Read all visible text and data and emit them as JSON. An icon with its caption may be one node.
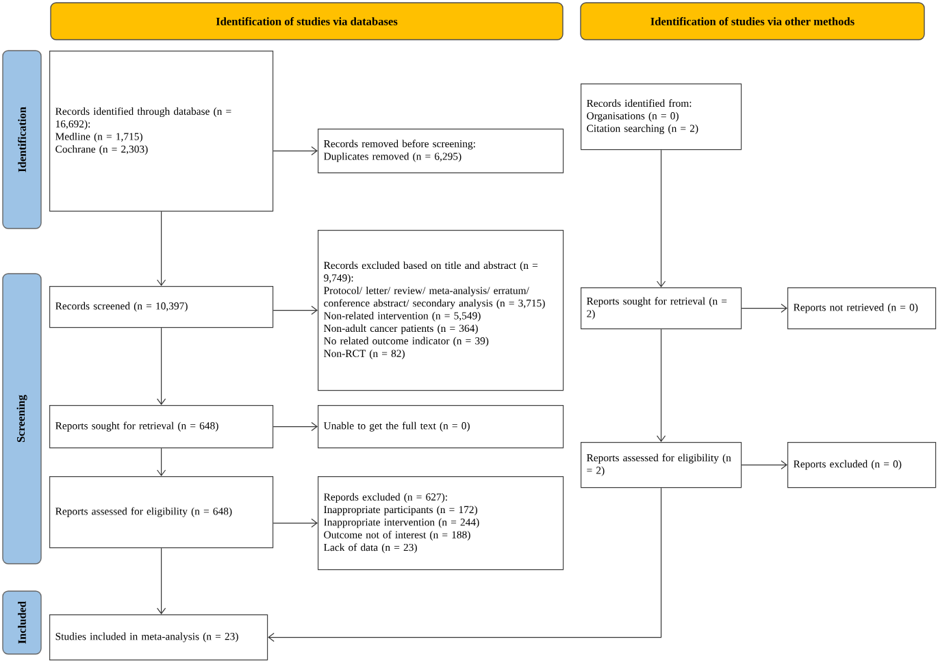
{
  "diagram": {
    "nodes": [
      {
        "text": [
          "Identification of studies via databases"
        ]
      },
      {
        "text": [
          "Identification of studies via other methods"
        ]
      },
      {
        "text": [
          "Identification"
        ]
      },
      {
        "text": [
          "Screening"
        ]
      },
      {
        "text": [
          "Included"
        ]
      },
      {
        "text": [
          "Records identified through database (n = 16,692):",
          "Medline (n = 1,715)",
          "Cochrane (n = 2,303)"
        ]
      },
      {
        "text": [
          "Records removed before screening:",
          "Duplicates removed (n = 6,295)"
        ]
      },
      {
        "text": [
          "Records screened (n = 10,397)"
        ]
      },
      {
        "text": [
          "Records excluded based on title and abstract (n = 9,749):",
          "Protocol/ letter/ review/ meta-analysis/ erratum/ conference abstract/ secondary analysis (n = 3,715)",
          "Non-related intervention (n = 5,549)",
          "Non-adult cancer patients (n = 364)",
          "No related outcome indicator (n = 39)",
          "Non-RCT (n = 82)"
        ]
      },
      {
        "text": [
          "Reports sought for retrieval (n = 648)"
        ]
      },
      {
        "text": [
          "Unable to get the full text (n = 0)"
        ]
      },
      {
        "text": [
          "Reports assessed for eligibility (n = 648)"
        ]
      },
      {
        "text": [
          "Repords excluded (n = 627):",
          "Inappropriate participants (n = 172)",
          "Inappropriate intervention (n = 244)",
          "Outcome not of interest (n = 188)",
          "Lack of data (n = 23)"
        ]
      },
      {
        "text": [
          "Studies included in meta-analysis (n = 23)"
        ]
      },
      {
        "text": [
          "Records identified from:",
          "Organisations (n = 0)",
          "Citation searching (n = 2)"
        ]
      },
      {
        "text": [
          "Reports sought for retrieval (n = 2)"
        ]
      },
      {
        "text": [
          "Reports not retrieved (n = 0)"
        ]
      },
      {
        "text": [
          "Reports assessed for eligibility (n = 2)"
        ]
      },
      {
        "text": [
          "Reports excluded (n = 0)"
        ]
      }
    ],
    "edges": [
      {
        "from": 5,
        "to": 6,
        "arrow": "to"
      },
      {
        "from": 5,
        "to": 7,
        "arrow": "to"
      },
      {
        "from": 7,
        "to": 8,
        "arrow": "to"
      },
      {
        "from": 7,
        "to": 9,
        "arrow": "to"
      },
      {
        "from": 9,
        "to": 10,
        "arrow": "to"
      },
      {
        "from": 9,
        "to": 11,
        "arrow": "to"
      },
      {
        "from": 11,
        "to": 12,
        "arrow": "to"
      },
      {
        "from": 11,
        "to": 13,
        "arrow": "to"
      },
      {
        "from": 14,
        "to": 15,
        "arrow": "to"
      },
      {
        "from": 15,
        "to": 16,
        "arrow": "to"
      },
      {
        "from": 15,
        "to": 17,
        "arrow": "to"
      },
      {
        "from": 17,
        "to": 18,
        "arrow": "to"
      },
      {
        "from": 17,
        "to": 13,
        "arrow": "to"
      }
    ]
  }
}
